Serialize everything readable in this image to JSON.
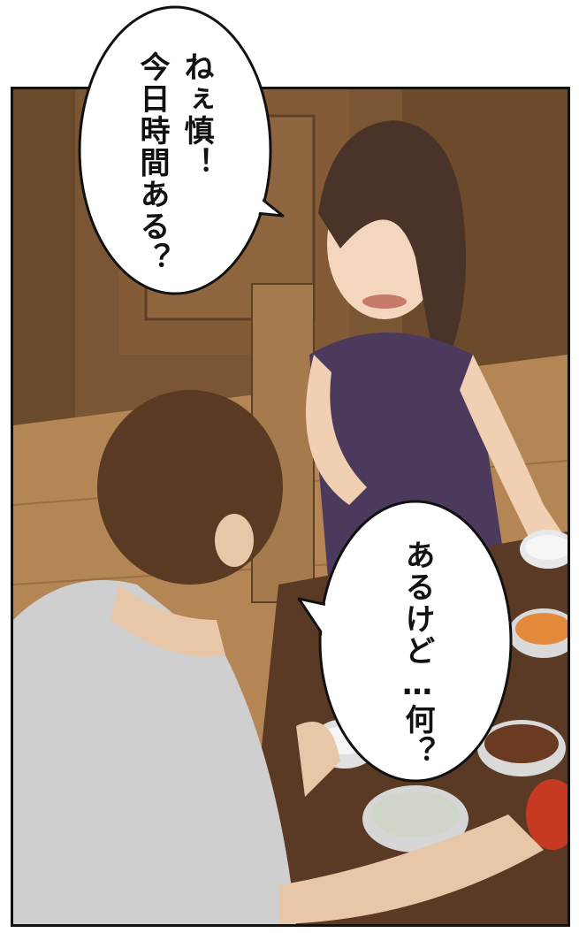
{
  "panel": {
    "description_colors": {
      "wall": "#7a5634",
      "floor": "#b98a5a",
      "table": "#5a3a24",
      "dress": "#4b3a5c",
      "shirt": "#cfcfcf",
      "hair_man": "#5a3a22",
      "hair_woman": "#4a3328"
    }
  },
  "bubbles": [
    {
      "id": "woman",
      "lines": [
        "ねぇ慎！",
        "今日時間ある？"
      ]
    },
    {
      "id": "man",
      "lines": [
        "あるけど…何？"
      ]
    }
  ]
}
